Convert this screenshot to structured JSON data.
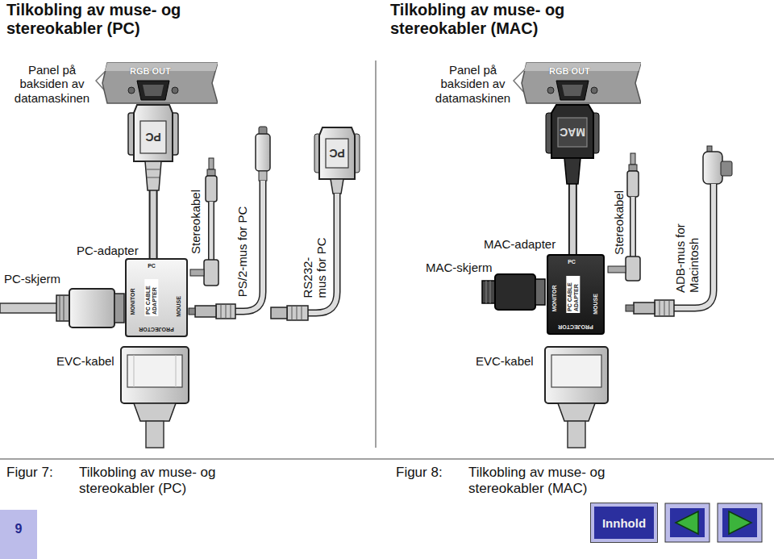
{
  "diagram": {
    "nodes": [
      {
        "text": [
          "RGB OUT"
        ]
      },
      {
        "text": [
          "PC",
          "MONITOR",
          "PC CABLE ADAPTER",
          "MOUSE",
          "PROJECTOR"
        ]
      },
      {
        "text": [
          "RGB OUT"
        ]
      },
      {
        "text": [
          "PC",
          "MONITOR",
          "PC CABLE ADAPTER",
          "MOUSE",
          "PROJECTOR"
        ]
      },
      {
        "text": [
          "Innhold"
        ]
      }
    ],
    "edges": [
      {
        "from": 0,
        "to": 1,
        "arrow": "none"
      },
      {
        "from": 2,
        "to": 3,
        "arrow": "none"
      }
    ],
    "labels": [
      "Tilkobling av muse- og stereokabler (PC)",
      "Tilkobling av muse- og stereokabler (MAC)",
      "Panel på baksiden av datamaskinen",
      "Panel på baksiden av datamaskinen",
      "PC",
      "MAC",
      "Stereokabel",
      "PS/2-mus for PC",
      "PC",
      "RS232- mus for PC",
      "PC-adapter",
      "PC-skjerm",
      "MAC-adapter",
      "MAC-skjerm",
      "Stereokabel",
      "ADB-mus for Macintosh",
      "EVC-kabel",
      "EVC-kabel",
      "Figur 7:",
      "Tilkobling av muse- og stereokabler (PC)",
      "Figur 8:",
      "Tilkobling av muse- og stereokabler (MAC)",
      "9"
    ]
  }
}
